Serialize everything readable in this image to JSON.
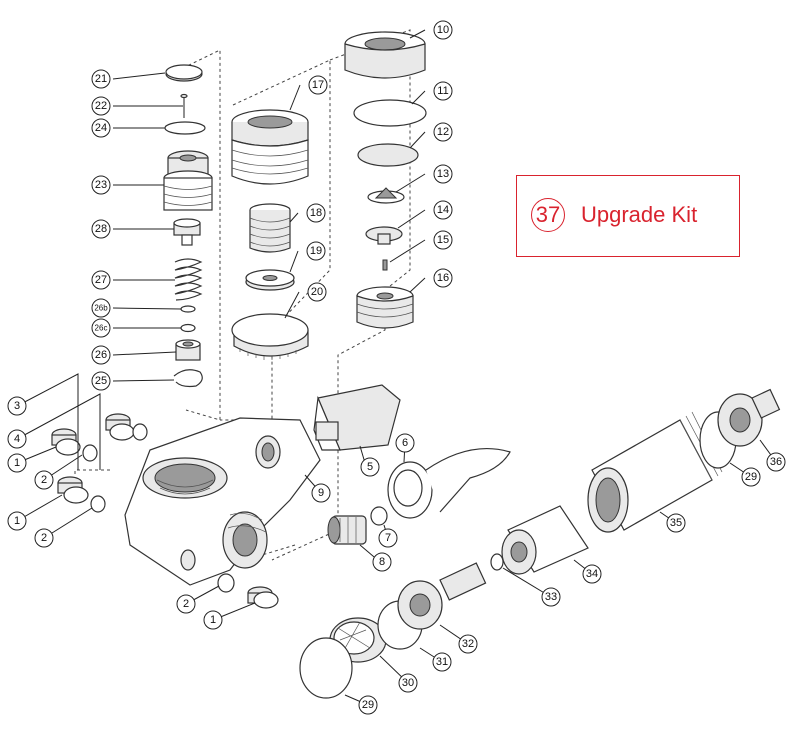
{
  "kit": {
    "number": "37",
    "label": "Upgrade Kit",
    "accent_color": "#d9232e"
  },
  "callouts": [
    "1",
    "2",
    "3",
    "4",
    "5",
    "6",
    "7",
    "8",
    "9",
    "10",
    "11",
    "12",
    "13",
    "14",
    "15",
    "16",
    "17",
    "18",
    "19",
    "20",
    "21",
    "22",
    "23",
    "24",
    "25",
    "26",
    "26b",
    "26c",
    "27",
    "28",
    "29",
    "30",
    "31",
    "32",
    "33",
    "34",
    "35",
    "36"
  ]
}
